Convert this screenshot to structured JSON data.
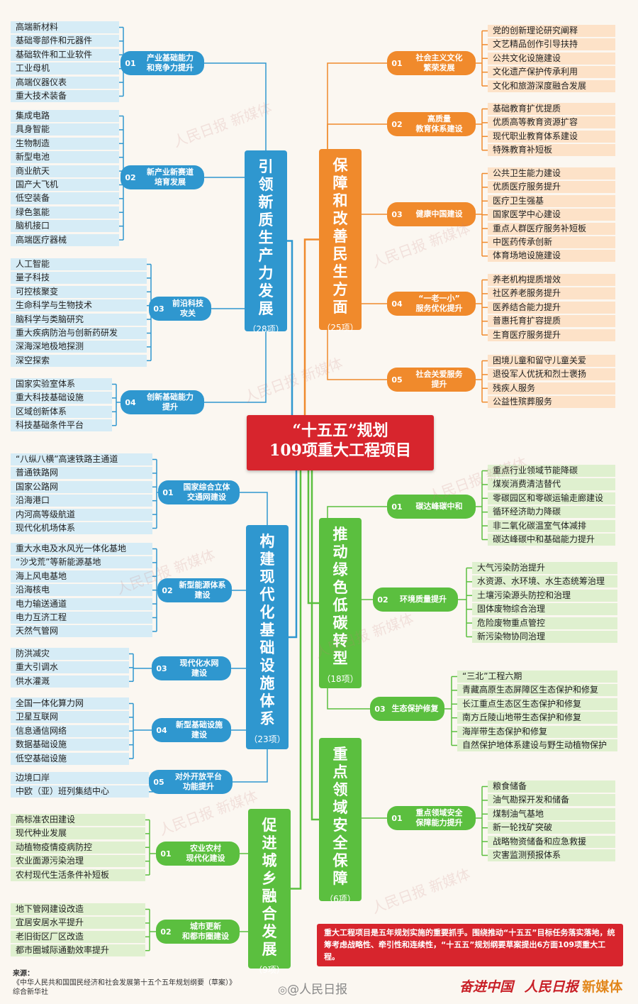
{
  "title": {
    "line1": "“十五五”规划",
    "line2": "109项重大工程项目"
  },
  "colors": {
    "blue": "#2f97cf",
    "orange": "#f08a2c",
    "green": "#5bbf3f",
    "red": "#d7252d"
  },
  "pillars": {
    "p1": {
      "title": "引领新质生产力发展",
      "count": "（28项）"
    },
    "p2": {
      "title": "构建现代化基础设施体系",
      "count": "（23项）"
    },
    "p3": {
      "title": "促进城乡融合发展",
      "count": "（9项）"
    },
    "p4": {
      "title": "保障和改善民生方面",
      "count": "（25项）"
    },
    "p5": {
      "title": "推动绿色低碳转型",
      "count": "（18项）"
    },
    "p6": {
      "title": "重点领域安全保障",
      "count": "（6项）"
    }
  },
  "groups": [
    {
      "num": "01",
      "label": "产业基础能力\n和竞争力提升",
      "leaves": [
        "高端新材料",
        "基础零部件和元器件",
        "基础软件和工业软件",
        "工业母机",
        "高端仪器仪表",
        "重大技术装备"
      ]
    },
    {
      "num": "02",
      "label": "新产业新赛道\n培育发展",
      "leaves": [
        "集成电路",
        "具身智能",
        "生物制造",
        "新型电池",
        "商业航天",
        "国产大飞机",
        "低空装备",
        "绿色氢能",
        "脑机接口",
        "高端医疗器械"
      ]
    },
    {
      "num": "03",
      "label": "前沿科技\n攻关",
      "leaves": [
        "人工智能",
        "量子科技",
        "可控核聚变",
        "生命科学与生物技术",
        "脑科学与类脑研究",
        "重大疾病防治与创新药研发",
        "深海深地极地探测",
        "深空探索"
      ]
    },
    {
      "num": "04",
      "label": "创新基础能力\n提升",
      "leaves": [
        "国家实验室体系",
        "重大科技基础设施",
        "区域创新体系",
        "科技基础条件平台"
      ]
    },
    {
      "num": "01",
      "label": "国家综合立体\n交通网建设",
      "leaves": [
        "“八纵八横”高速铁路主通道",
        "普通铁路网",
        "国家公路网",
        "沿海港口",
        "内河高等级航道",
        "现代化机场体系"
      ]
    },
    {
      "num": "02",
      "label": "新型能源体系\n建设",
      "leaves": [
        "重大水电及水风光一体化基地",
        "“沙戈荒”等新能源基地",
        "海上风电基地",
        "沿海核电",
        "电力输送通道",
        "电力互济工程",
        "天然气管网"
      ]
    },
    {
      "num": "03",
      "label": "现代化水网\n建设",
      "leaves": [
        "防洪减灾",
        "重大引调水",
        "供水灌溉"
      ]
    },
    {
      "num": "04",
      "label": "新型基础设施\n建设",
      "leaves": [
        "全国一体化算力网",
        "卫星互联网",
        "信息通信网络",
        "数据基础设施",
        "低空基础设施"
      ]
    },
    {
      "num": "05",
      "label": "对外开放平台\n功能提升",
      "leaves": [
        "边境口岸",
        "中欧（亚）班列集结中心"
      ]
    },
    {
      "num": "01",
      "label": "农业农村\n现代化建设",
      "leaves": [
        "高标准农田建设",
        "现代种业发展",
        "动植物疫情疫病防控",
        "农业面源污染治理",
        "农村现代生活条件补短板"
      ]
    },
    {
      "num": "02",
      "label": "城市更新\n和都市圈建设",
      "leaves": [
        "地下管网建设改造",
        "宜居安居水平提升",
        "老旧街区厂区改造",
        "都市圈城际通勤效率提升"
      ]
    },
    {
      "num": "01",
      "label": "社会主义文化\n繁荣发展",
      "leaves": [
        "党的创新理论研究阐释",
        "文艺精品创作引导扶持",
        "公共文化设施建设",
        "文化遗产保护传承利用",
        "文化和旅游深度融合发展"
      ]
    },
    {
      "num": "02",
      "label": "高质量\n教育体系建设",
      "leaves": [
        "基础教育扩优提质",
        "优质高等教育资源扩容",
        "现代职业教育体系建设",
        "特殊教育补短板"
      ]
    },
    {
      "num": "03",
      "label": "健康中国建设",
      "leaves": [
        "公共卫生能力建设",
        "优质医疗服务提升",
        "医疗卫生强基",
        "国家医学中心建设",
        "重点人群医疗服务补短板",
        "中医药传承创新",
        "体育场地设施建设"
      ]
    },
    {
      "num": "04",
      "label": "“一老一小”\n服务优化提升",
      "leaves": [
        "养老机构提质增效",
        "社区养老服务提升",
        "医养结合能力提升",
        "普惠托育扩容提质",
        "生育医疗服务提升"
      ]
    },
    {
      "num": "05",
      "label": "社会关爱服务\n提升",
      "leaves": [
        "困境儿童和留守儿童关爱",
        "退役军人优抚和烈士褒扬",
        "残疾人服务",
        "公益性殡葬服务"
      ]
    },
    {
      "num": "01",
      "label": "碳达峰碳中和",
      "leaves": [
        "重点行业领域节能降碳",
        "煤炭消费清洁替代",
        "零碳园区和零碳运输走廊建设",
        "循环经济助力降碳",
        "非二氧化碳温室气体减排",
        "碳达峰碳中和基础能力提升"
      ]
    },
    {
      "num": "02",
      "label": "环境质量提升",
      "leaves": [
        "大气污染防治提升",
        "水资源、水环境、水生态统筹治理",
        "土壤污染源头防控和治理",
        "固体废物综合治理",
        "危险废物重点管控",
        "新污染物协同治理"
      ]
    },
    {
      "num": "03",
      "label": "生态保护修复",
      "leaves": [
        "“三北”工程六期",
        "青藏高原生态屏障区生态保护和修复",
        "长江重点生态区生态保护和修复",
        "南方丘陵山地带生态保护和修复",
        "海岸带生态保护和修复",
        "自然保护地体系建设与野生动植物保护"
      ]
    },
    {
      "num": "01",
      "label": "重点领域安全\n保障能力提升",
      "leaves": [
        "粮食储备",
        "油气勘探开发和储备",
        "煤制油气基地",
        "新一轮找矿突破",
        "战略物资储备和应急救援",
        "灾害监测预报体系"
      ]
    }
  ],
  "note": "重大工程项目是五年规划实施的重要抓手。围绕推动“十五五”目标任务落实落地，统筹考虑战略性、牵引性和连续性，“十五五”规划纲要草案提出6方面109项重大工程。",
  "source": {
    "label": "来源：",
    "line1": "《中华人民共和国国民经济和社会发展第十五个五年规划纲要（草案）》",
    "line2": "综合新华社"
  },
  "footer": {
    "weibo": "@人民日报",
    "brand1": "奋进中国",
    "brand2": "人民日报",
    "brand3": "新媒体"
  },
  "watermark": "人民日报 新媒体"
}
